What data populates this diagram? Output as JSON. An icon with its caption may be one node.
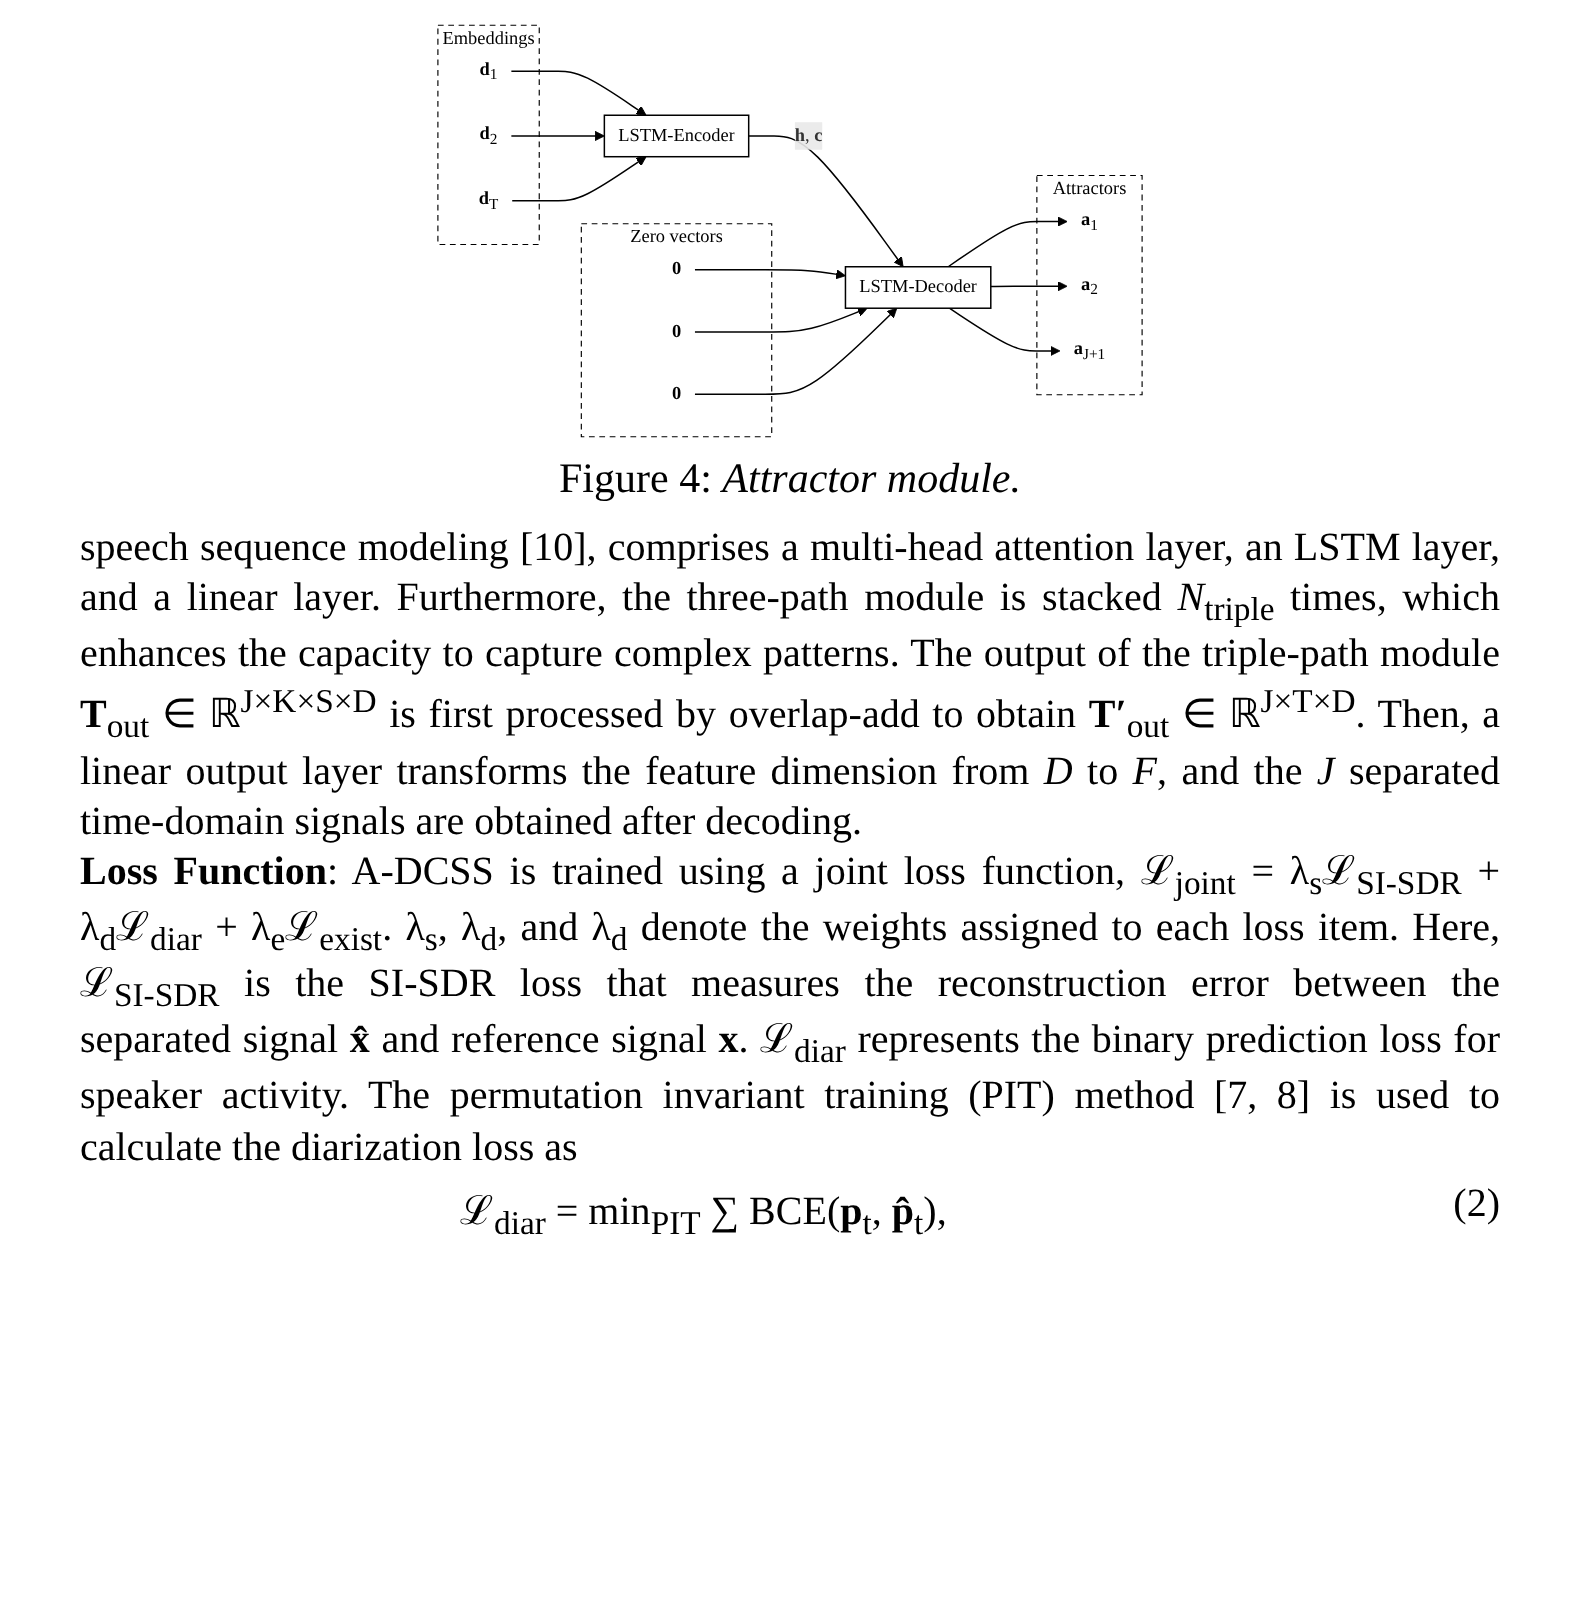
{
  "diagram": {
    "caption": "Figure 4: *Attractor module.*",
    "nodes": [
      {
        "text": [
          "Embeddings"
        ]
      },
      {
        "text": [
          "**d**$_{1}$"
        ],
        "in": 0
      },
      {
        "text": [
          "**d**$_{2}$"
        ],
        "in": 0
      },
      {
        "text": [
          "**d**$_{T}$"
        ],
        "in": 0
      },
      {
        "text": [
          "LSTM-Encoder"
        ]
      },
      {
        "text": [
          "Zero vectors"
        ]
      },
      {
        "text": [
          "**0**"
        ],
        "in": 5
      },
      {
        "text": [
          "**0**"
        ],
        "in": 5
      },
      {
        "text": [
          "**0**"
        ],
        "in": 5
      },
      {
        "text": [
          "LSTM-Decoder"
        ]
      },
      {
        "text": [
          "Attractors"
        ]
      },
      {
        "text": [
          "**a**$_{1}$"
        ],
        "in": 10
      },
      {
        "text": [
          "**a**$_{2}$"
        ],
        "in": 10
      },
      {
        "text": [
          "**a**$_{J+1}$"
        ],
        "in": 10
      }
    ],
    "edges": [
      {
        "from": 1,
        "to": 4,
        "arrow": "to"
      },
      {
        "from": 2,
        "to": 4,
        "arrow": "to"
      },
      {
        "from": 3,
        "to": 4,
        "arrow": "to"
      },
      {
        "from": 4,
        "to": 9,
        "arrow": "to",
        "label": "**h**, **c**"
      },
      {
        "from": 6,
        "to": 9,
        "arrow": "to"
      },
      {
        "from": 7,
        "to": 9,
        "arrow": "to"
      },
      {
        "from": 8,
        "to": 9,
        "arrow": "to"
      },
      {
        "from": 9,
        "to": 11,
        "arrow": "to"
      },
      {
        "from": 9,
        "to": 12,
        "arrow": "to"
      },
      {
        "from": 9,
        "to": 13,
        "arrow": "to"
      }
    ],
    "labels": [
      "speech sequence modeling [10], comprises a multi-head attention layer, an LSTM layer, and a linear layer. Furthermore, the three-path module is stacked *N*$_{triple}$ times, which enhances the capacity to capture complex patterns. The output of the triple-path module **T**$_{out}$ ∈ ℝ$^{J×K×S×D}$ is first processed by overlap-add to obtain **T′**$_{out}$ ∈ ℝ$^{J×T×D}$. Then, a linear output layer transforms the feature dimension from *D* to *F*, and the *J* separated time-domain signals are obtained after decoding.",
      "**Loss Function**: A-DCSS is trained using a joint loss function, ℒ$_{joint}$ = λ$_{s}$ℒ$_{SI-SDR}$ + λ$_{d}$ℒ$_{diar}$ + λ$_{e}$ℒ$_{exist}$. λ$_{s}$, λ$_{d}$, and λ$_{d}$ denote the weights assigned to each loss item. Here, ℒ$_{SI-SDR}$ is the SI-SDR loss that measures the reconstruction error between the separated signal **x̂** and reference signal **x**. ℒ$_{diar}$ represents the binary prediction loss for speaker activity. The permutation invariant training (PIT) method [7, 8] is used to calculate the diarization loss as",
      "ℒ$_{diar}$ = min$_{PIT}$ ∑ BCE(**p**$_{t}$, **p̂**$_{t}$),",
      "(2)"
    ]
  }
}
